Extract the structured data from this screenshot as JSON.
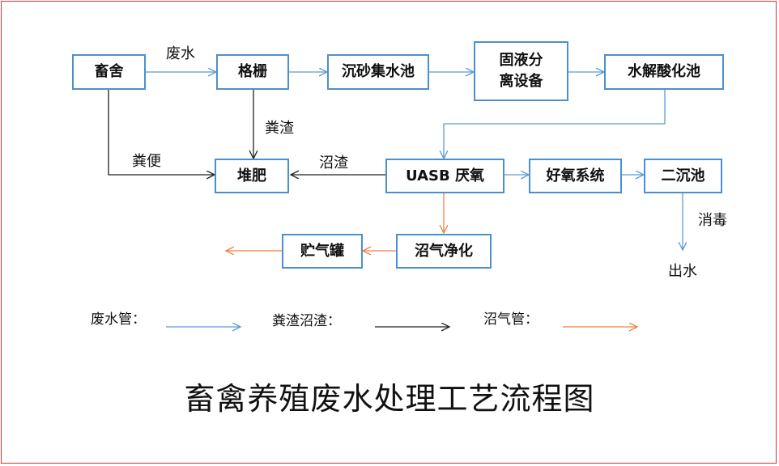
{
  "nodes": {
    "livestock_shed": "畜舍",
    "grille": "格栅",
    "grit_tank": "沉砂集水池",
    "separator_line1": "固液分",
    "separator_line2": "离设备",
    "hydrolysis_tank": "水解酸化池",
    "compost": "堆肥",
    "uasb": "UASB 厌氧",
    "aerobic": "好氧系统",
    "secondary_clarifier": "二沉池",
    "gas_tank": "贮气罐",
    "biogas_purify": "沼气净化"
  },
  "edge_labels": {
    "wastewater": "废水",
    "feces_residue": "粪渣",
    "manure": "粪便",
    "biogas_residue": "沼渣",
    "disinfect": "消毒",
    "effluent": "出水"
  },
  "legend": {
    "wastewater_pipe": "废水管：",
    "residue": "粪渣沼渣：",
    "biogas_pipe": "沼气管："
  },
  "title": "畜禽养殖废水处理工艺流程图",
  "colors": {
    "water_line": "#5b9bd5",
    "residue_line": "#222222",
    "gas_line": "#f08040",
    "box_border": "#4a90cf",
    "frame": "#e03030"
  }
}
